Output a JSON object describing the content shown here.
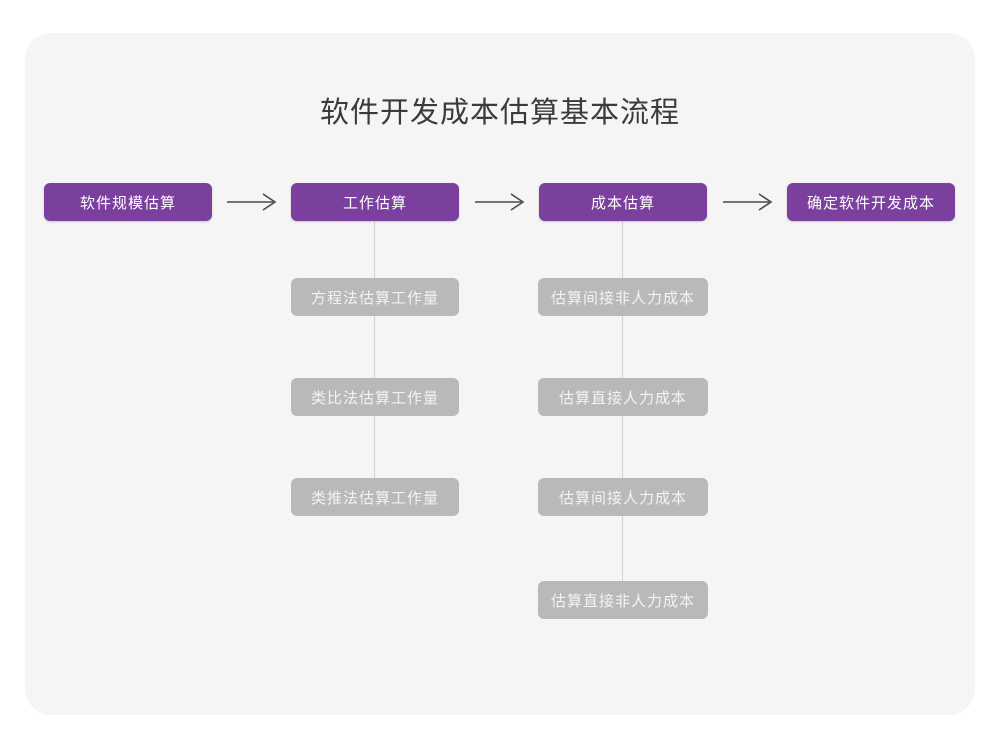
{
  "page": {
    "title": "软件开发成本估算基本流程",
    "background_color": "#ffffff",
    "card_color": "#f5f5f5",
    "primary_color": "#7b3f9d",
    "secondary_color": "#b9b9b9",
    "connector_color": "#d3d3d3",
    "arrow_glyph": "long-right-arrow"
  },
  "flow": {
    "stages": [
      {
        "id": "stage-1",
        "label": "软件规模估算",
        "substeps": []
      },
      {
        "id": "stage-2",
        "label": "工作估算",
        "substeps": [
          {
            "label": "方程法估算工作量"
          },
          {
            "label": "类比法估算工作量"
          },
          {
            "label": "类推法估算工作量"
          }
        ]
      },
      {
        "id": "stage-3",
        "label": "成本估算",
        "substeps": [
          {
            "label": "估算间接非人力成本"
          },
          {
            "label": "估算直接人力成本"
          },
          {
            "label": "估算间接人力成本"
          },
          {
            "label": "估算直接非人力成本"
          }
        ]
      },
      {
        "id": "stage-4",
        "label": "确定软件开发成本",
        "substeps": []
      }
    ],
    "arrows": [
      {
        "from": "stage-1",
        "to": "stage-2"
      },
      {
        "from": "stage-2",
        "to": "stage-3"
      },
      {
        "from": "stage-3",
        "to": "stage-4"
      }
    ]
  }
}
